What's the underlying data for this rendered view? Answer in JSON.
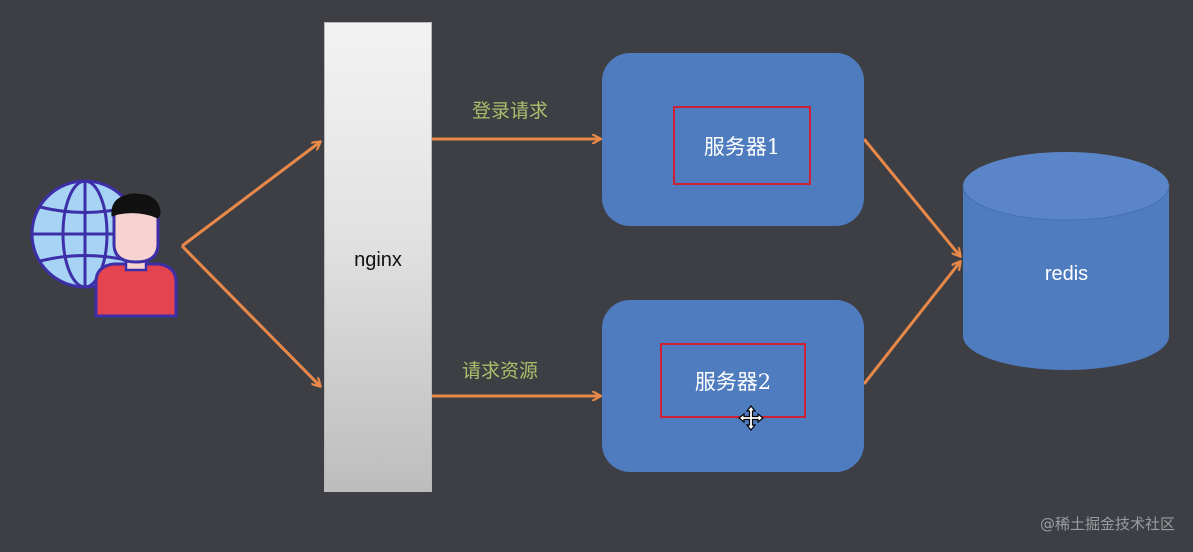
{
  "diagram": {
    "nodes": {
      "nginx": {
        "label": "nginx"
      },
      "server1": {
        "label": "服务器1"
      },
      "server2": {
        "label": "服务器2"
      },
      "redis": {
        "label": "redis"
      },
      "client": {
        "icon": "user-globe-icon"
      }
    },
    "edges": {
      "login_label": "登录请求",
      "resource_label": "请求资源"
    }
  },
  "watermark": "@稀土掘金技术社区",
  "colors": {
    "background": "#3d3f44",
    "arrow": "#e8894a",
    "server_fill": "#4f7bbf",
    "server_border": "#cc2233",
    "edge_label": "#a9bf6b"
  }
}
